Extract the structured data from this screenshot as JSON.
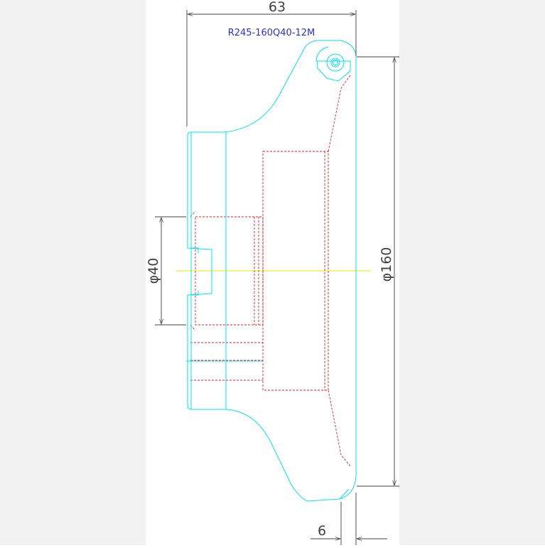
{
  "drawing": {
    "part_code": "R245-160Q40-12M",
    "dimensions": {
      "overall_length": "63",
      "bore_diameter": "φ40",
      "outer_diameter": "φ160",
      "insert_offset": "6"
    }
  },
  "colors": {
    "background": "#ffffff",
    "page_area": "#ffffff",
    "margin": "#f2f2f2",
    "outline": "#00e5ee",
    "hidden_lines": "#e02020",
    "centerline": "#f2e600",
    "dimension": "#404040",
    "label": "#3030c8"
  }
}
